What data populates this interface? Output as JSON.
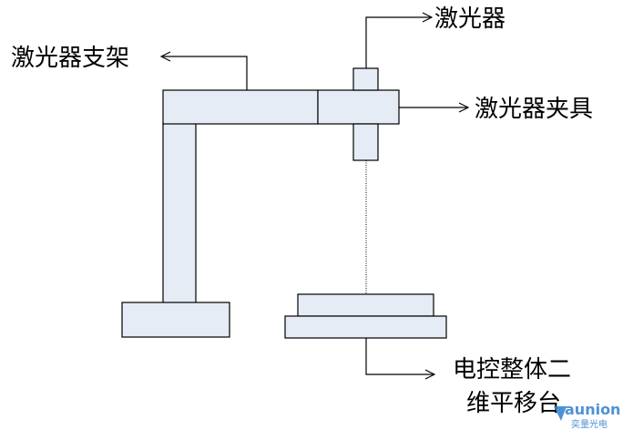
{
  "labels": {
    "laser": "激光器",
    "laser_support": "激光器支架",
    "laser_clamp": "激光器夹具",
    "stage_line1": "电控整体二",
    "stage_line2": "维平移台"
  },
  "watermark": {
    "brand": "aunion",
    "sub": "奕量光电"
  },
  "colors": {
    "fill": "#e6ecf5",
    "stroke": "#000000",
    "watermark": "#2f7fcf"
  }
}
